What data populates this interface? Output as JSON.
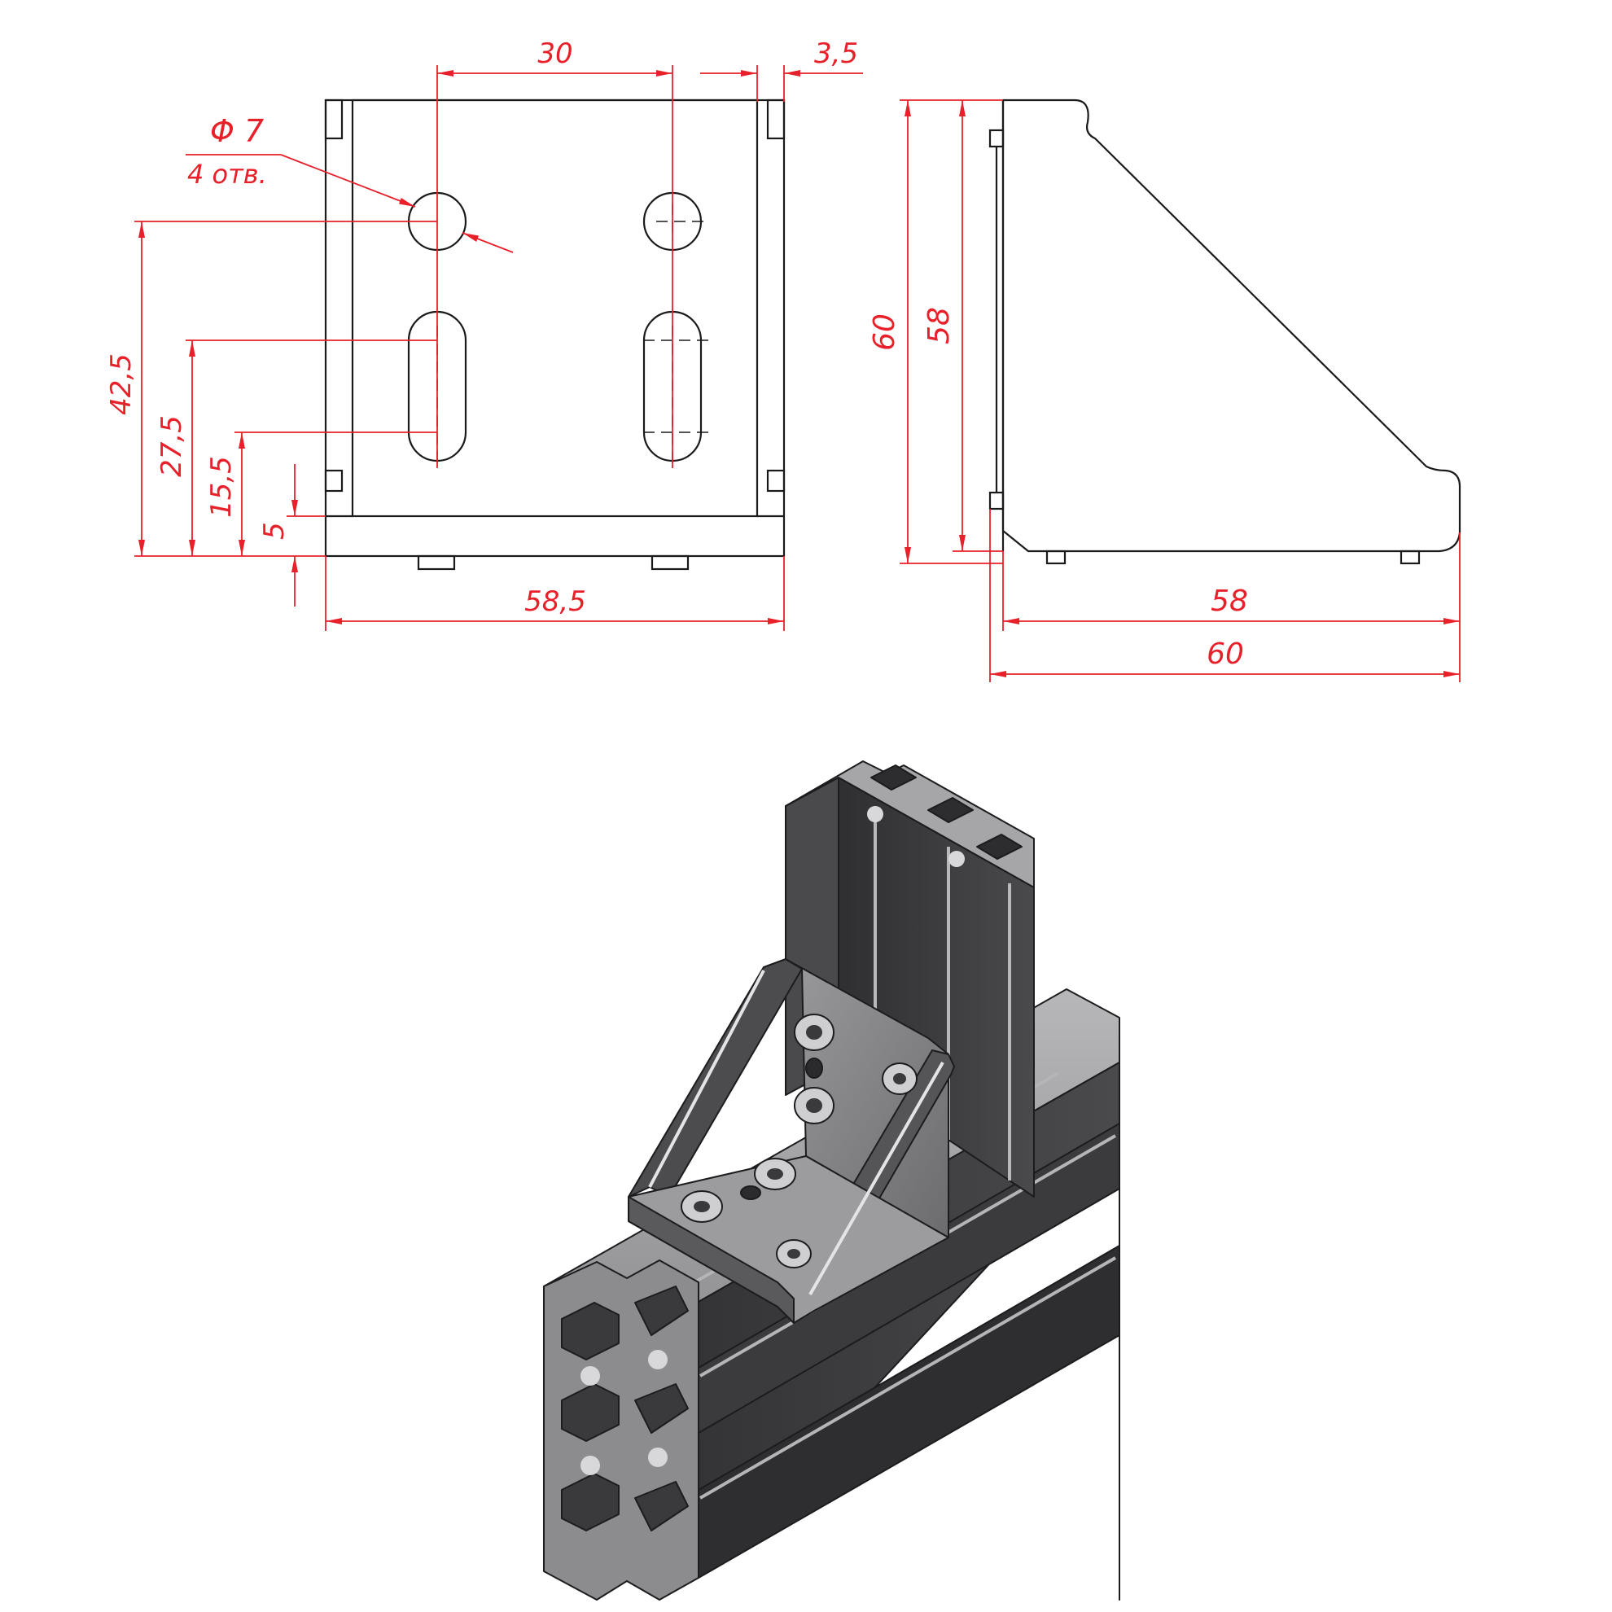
{
  "colors": {
    "dimension": "#e8202a",
    "outline": "#1a1a1a",
    "profile_dark": "#3a3a3c",
    "profile_mid": "#6e6e70",
    "profile_light": "#a9a9ab",
    "bracket_face": "#8a8a8c"
  },
  "front_view": {
    "width_label": "58,5",
    "hole_spacing_label": "30",
    "edge_offset_label": "3,5",
    "hole_diameter_label": "Φ 7",
    "hole_count_label": "4 отв.",
    "height_labels": [
      "42,5",
      "27,5",
      "15,5",
      "5"
    ]
  },
  "side_view": {
    "outer_height_label": "60",
    "inner_height_label": "58",
    "inner_width_label": "58",
    "outer_width_label": "60"
  },
  "isometric": {
    "icon": "aluminium-profile-corner-bracket-assembly"
  }
}
